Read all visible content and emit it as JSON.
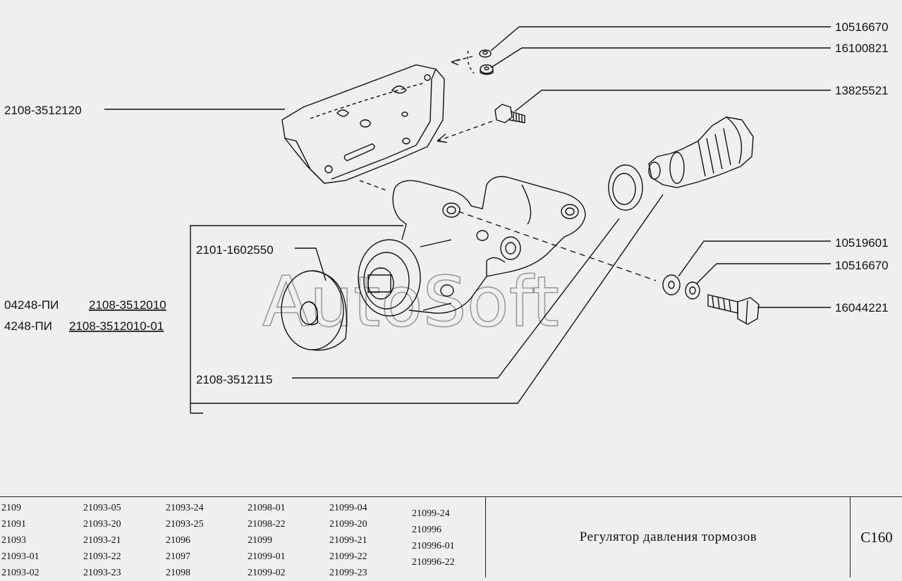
{
  "watermark": "AutoSoft",
  "part_numbers": {
    "p10516670_top": "10516670",
    "p16100821": "16100821",
    "p13825521": "13825521",
    "p2108_3512120": "2108-3512120",
    "p2101_1602550": "2101-1602550",
    "p04248_pi": "04248-ПИ",
    "p2108_3512010": "2108-3512010",
    "p4248_pi": "4248-ПИ",
    "p2108_3512010_01": "2108-3512010-01",
    "p2108_3512115": "2108-3512115",
    "p10519601": "10519601",
    "p10516670_bottom": "10516670",
    "p16044221": "16044221"
  },
  "footer": {
    "models": [
      [
        "2109",
        "21091",
        "21093",
        "21093-01",
        "21093-02"
      ],
      [
        "21093-05",
        "21093-20",
        "21093-21",
        "21093-22",
        "21093-23"
      ],
      [
        "21093-24",
        "21093-25",
        "21096",
        "21097",
        "21098"
      ],
      [
        "21098-01",
        "21098-22",
        "21099",
        "21099-01",
        "21099-02"
      ],
      [
        "21099-04",
        "21099-20",
        "21099-21",
        "21099-22",
        "21099-23"
      ],
      [
        "21099-24",
        "210996",
        "210996-01",
        "210996-22"
      ]
    ],
    "title": "Регулятор давления тормозов",
    "page_code": "C160"
  }
}
